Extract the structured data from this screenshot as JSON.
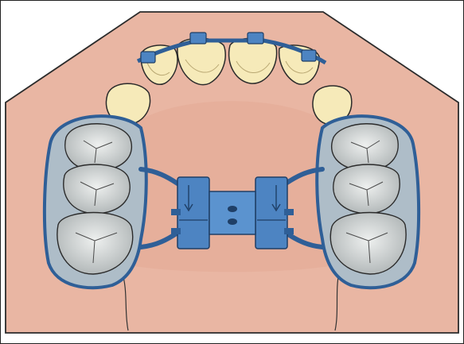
{
  "image": {
    "subject": "",
    "colors": {
      "palate": "#e9b6a3",
      "palate_outline": "#2b2b2b",
      "tooth": "#f6eab9",
      "molar": "#d2d6d6",
      "appliance": "#4d84c2",
      "appliance_dark": "#2f5f97",
      "background": "#ffffff"
    },
    "icons": [
      "palate-outline",
      "incisor-teeth",
      "molar-crowns",
      "expansion-screw",
      "orthodontic-bracket"
    ]
  }
}
